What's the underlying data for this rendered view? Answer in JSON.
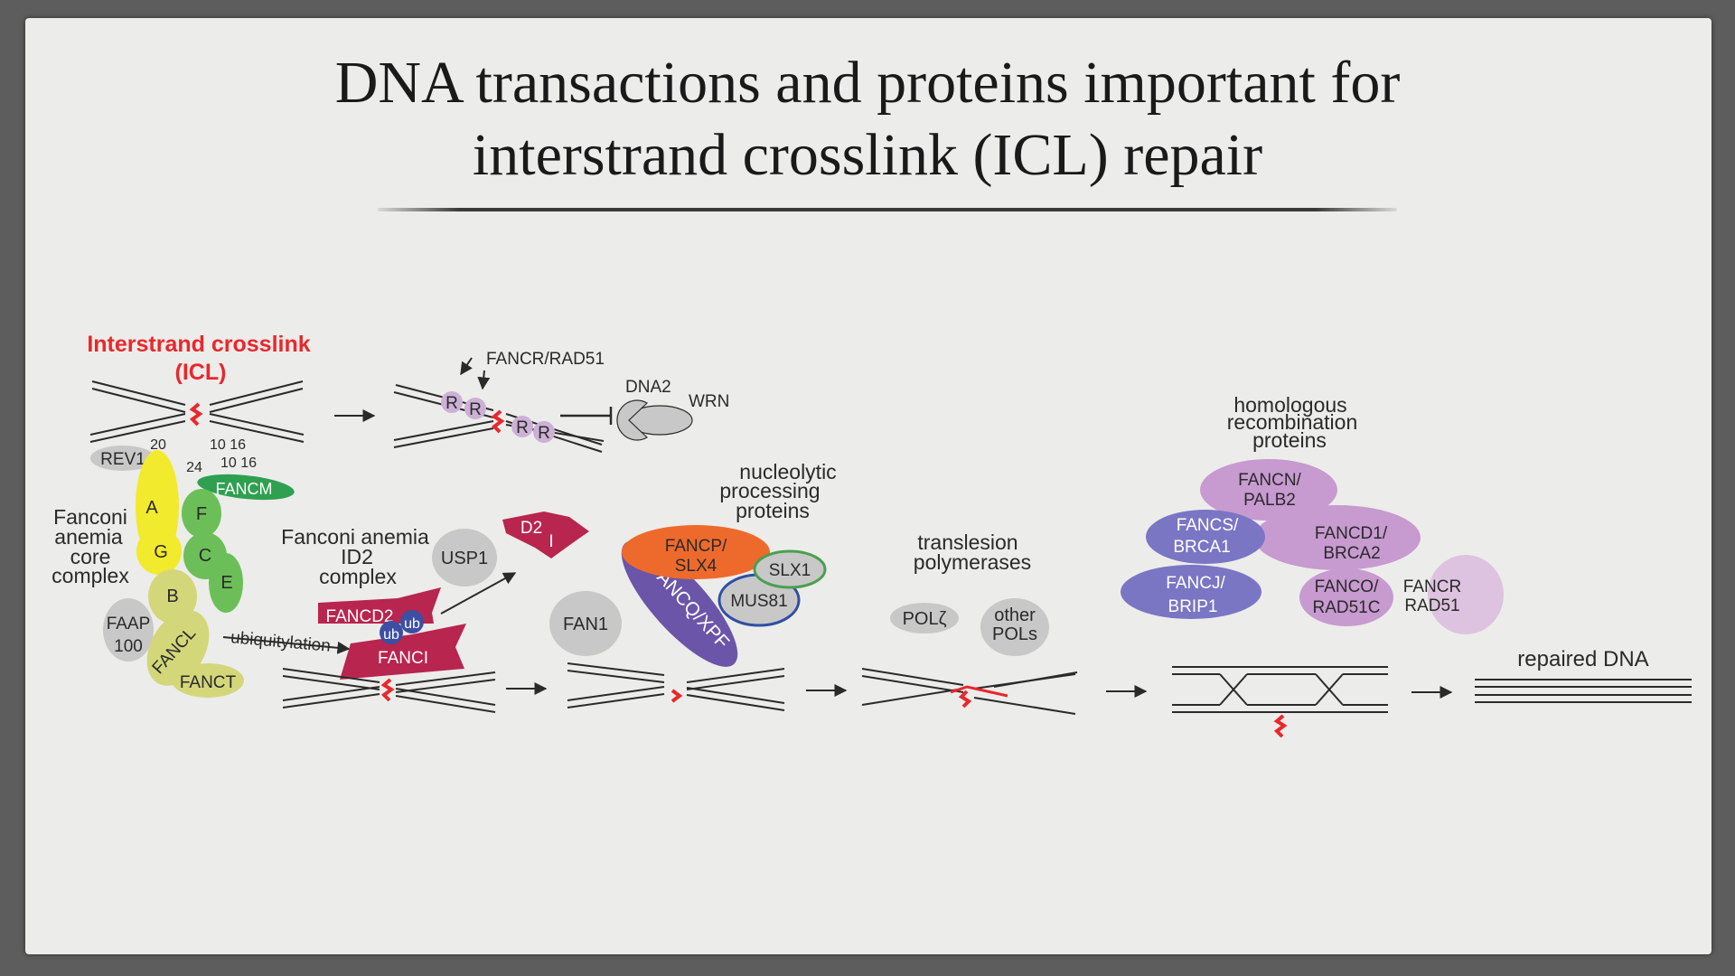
{
  "title": {
    "line1": "DNA transactions and proteins important for",
    "line2": "interstrand crosslink (ICL) repair"
  },
  "colors": {
    "crosslink": "#e8282c",
    "dna": "#2a2a2a",
    "fa_yellow": "#f2ea2c",
    "fa_green": "#6cbf58",
    "fa_olive": "#d3d77a",
    "fancm_green": "#2ea050",
    "id2_crimson": "#b8254e",
    "ub_blue": "#3c4fa3",
    "grey_protein": "#c8c8c8",
    "fancp_orange": "#ee6a2c",
    "xpf_purple": "#6a55a8",
    "slx1_green": "#4aa04e",
    "mus81_blue": "#2e4fa2",
    "hr_lavender": "#c79ad0",
    "hr_blue": "#7a76c4",
    "rad51_light": "#ddc3e0"
  },
  "icl": {
    "label_line1": "Interstrand crosslink",
    "label_line2": "(ICL)"
  },
  "fa_core": {
    "label": [
      "Fanconi",
      "anemia",
      "core",
      "complex"
    ],
    "rev1": "REV1",
    "n20": "20",
    "n24": "24",
    "n1016_a": "10 16",
    "n1016_b": "10 16",
    "fancm": "FANCM",
    "A": "A",
    "F": "F",
    "G": "G",
    "C": "C",
    "E": "E",
    "B": "B",
    "faap_line1": "FAAP",
    "faap_line2": "100",
    "fancl": "FANCL",
    "fanct": "FANCT"
  },
  "step1": {
    "fancr_rad51": "FANCR/RAD51",
    "r": "R",
    "dna2": "DNA2",
    "wrn": "WRN"
  },
  "id2": {
    "label": [
      "Fanconi anemia",
      "ID2",
      "complex"
    ],
    "fancd2": "FANCD2",
    "ub": "ub",
    "fanci": "FANCI",
    "ubiquitylation": "ubiquitylation",
    "usp1": "USP1",
    "d2": "D2",
    "i": "I"
  },
  "nucleolytic": {
    "label": [
      "nucleolytic",
      "processing",
      "proteins"
    ],
    "fan1": "FAN1",
    "fancp_line1": "FANCP/",
    "fancp_line2": "SLX4",
    "slx1": "SLX1",
    "mus81": "MUS81",
    "fancq": "FANCQ/XPF"
  },
  "tls": {
    "label": [
      "translesion",
      "polymerases"
    ],
    "polz": "POLζ",
    "other_line1": "other",
    "other_line2": "POLs"
  },
  "hr": {
    "label": [
      "homologous",
      "recombination",
      "proteins"
    ],
    "fancn_line1": "FANCN/",
    "fancn_line2": "PALB2",
    "fancs_line1": "FANCS/",
    "fancs_line2": "BRCA1",
    "fancd1_line1": "FANCD1/",
    "fancd1_line2": "BRCA2",
    "fancj_line1": "FANCJ/",
    "fancj_line2": "BRIP1",
    "fanco_line1": "FANCO/",
    "fanco_line2": "RAD51C",
    "fancr_line1": "FANCR",
    "fancr_line2": "RAD51"
  },
  "repaired": "repaired DNA"
}
